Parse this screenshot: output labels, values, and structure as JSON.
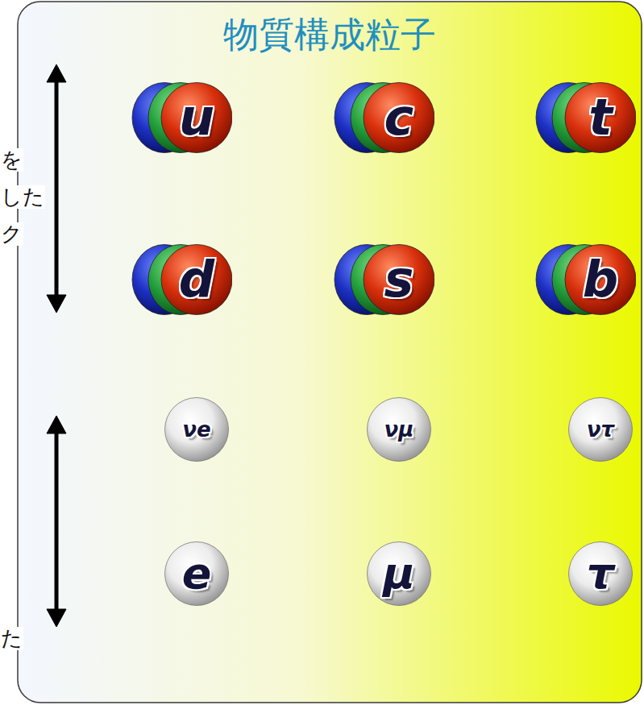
{
  "diagram": {
    "title": "物質構成粒子",
    "nodes": [
      {
        "text": [
          "u"
        ]
      },
      {
        "text": [
          "c"
        ]
      },
      {
        "text": [
          "t"
        ]
      },
      {
        "text": [
          "d"
        ]
      },
      {
        "text": [
          "s"
        ]
      },
      {
        "text": [
          "b"
        ]
      },
      {
        "text": [
          "νe"
        ]
      },
      {
        "text": [
          "νμ"
        ]
      },
      {
        "text": [
          "ντ"
        ]
      },
      {
        "text": [
          "e"
        ]
      },
      {
        "text": [
          "μ"
        ]
      },
      {
        "text": [
          "τ"
        ]
      }
    ],
    "labels": [
      "を",
      "した",
      "ク",
      "た"
    ]
  }
}
